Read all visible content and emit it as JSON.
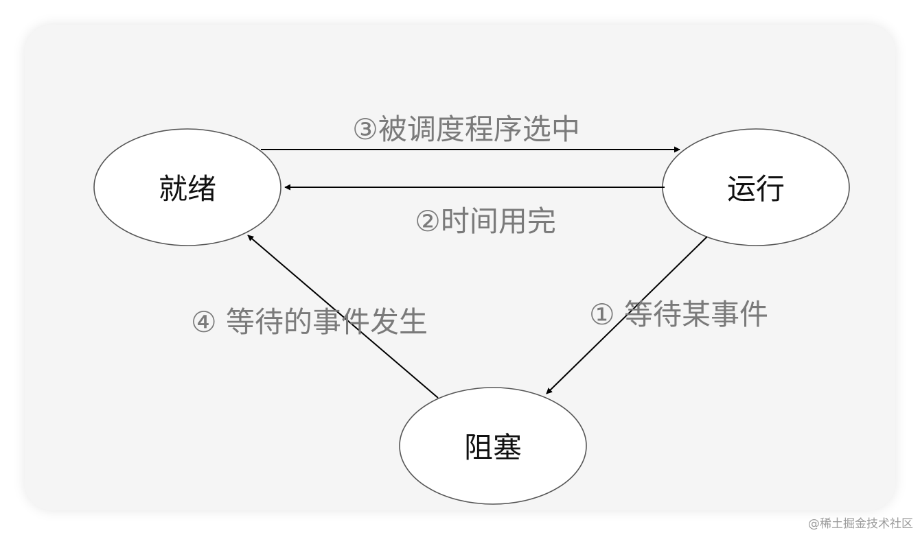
{
  "nodes": {
    "ready": {
      "label": "就绪"
    },
    "running": {
      "label": "运行"
    },
    "blocked": {
      "label": "阻塞"
    }
  },
  "edges": {
    "ready_to_running": {
      "label": "③被调度程序选中"
    },
    "running_to_ready": {
      "label": "②时间用完"
    },
    "running_to_blocked": {
      "label": "① 等待某事件"
    },
    "blocked_to_ready": {
      "label": "④ 等待的事件发生"
    }
  },
  "colors": {
    "node_stroke": "#555555",
    "edge_stroke": "#000000",
    "edge_label": "#7a7a7a",
    "card_background": "#f5f5f5"
  },
  "watermark": "@稀土掘金技术社区"
}
